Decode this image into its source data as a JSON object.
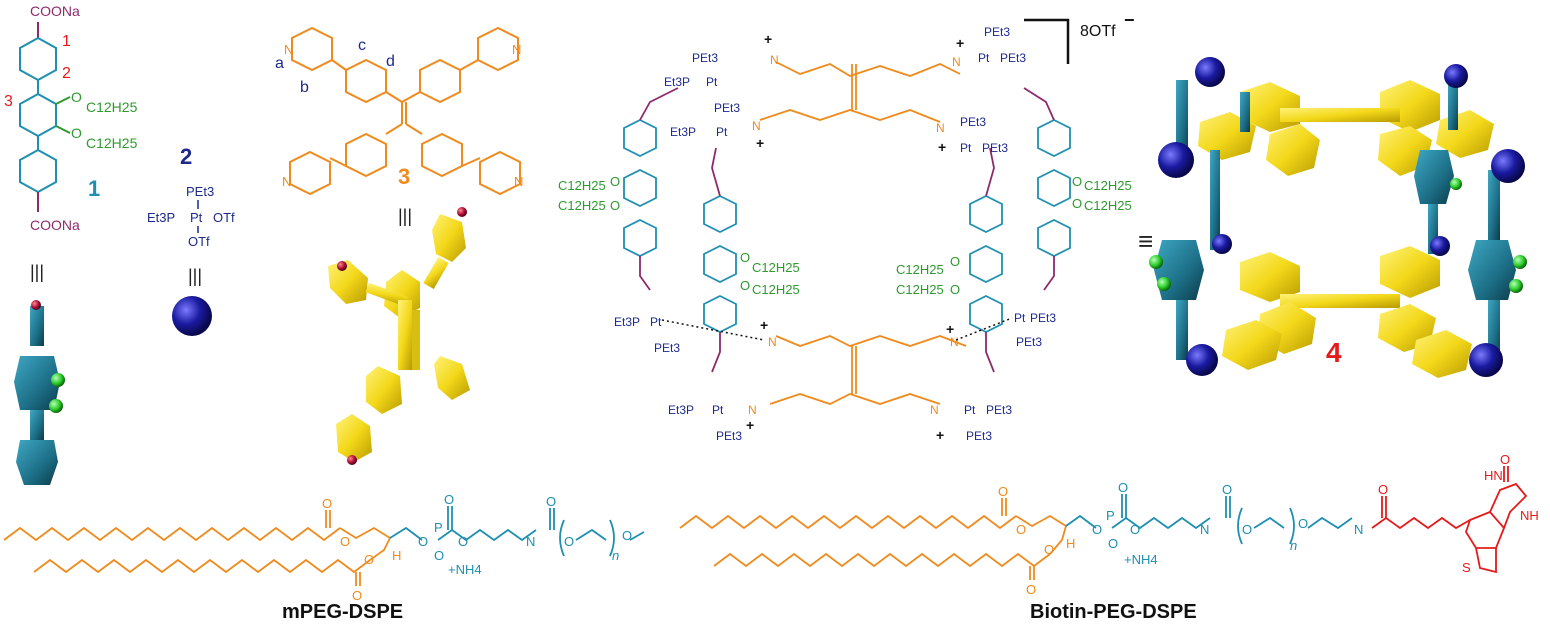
{
  "colors": {
    "ligand1": "#1f8fb0",
    "ester": "#8e2a6b",
    "alkoxy": "#2f9a2f",
    "platinum": "#1d2a8c",
    "tpe": "#f08a1c",
    "model_yellow": "#f3e21a",
    "model_teal": "#1c6e86",
    "sphere_blue": "#1a1aa0",
    "sphere_green": "#39d339",
    "red_label": "#e41b1b",
    "biotin": "#e41b1b",
    "peg": "#1f8fb0",
    "lipid": "#f08a1c"
  },
  "compound1": {
    "number": "1",
    "top_group": "COONa",
    "bottom_group": "COONa",
    "proton_labels": [
      "1",
      "2",
      "3"
    ],
    "alkoxy_1": "O",
    "alkoxy_chain_1": "C12H25",
    "alkoxy_2": "O",
    "alkoxy_chain_2": "C12H25",
    "equiv_symbol": "|||"
  },
  "compound2": {
    "number": "2",
    "top": "PEt3",
    "left": "Et3P",
    "metal": "Pt",
    "right": "OTf",
    "bottom": "OTf",
    "equiv_symbol": "|||"
  },
  "compound3": {
    "number": "3",
    "proton_labels": [
      "a",
      "b",
      "c",
      "d"
    ],
    "n_label": "N",
    "equiv_symbol": "|||"
  },
  "cage": {
    "counterion": "8OTf",
    "counterion_charge": "−",
    "pet3": "PEt3",
    "et3p": "Et3P",
    "pt": "Pt",
    "n_label": "N",
    "plus": "+",
    "chain": "C12H25",
    "o_label": "O",
    "equiv_symbol": "≡"
  },
  "compound4": {
    "number": "4"
  },
  "lipids": {
    "mpeg": {
      "name": "mPEG-DSPE",
      "ammonium": "+NH4",
      "n": "n",
      "nh": "N",
      "h": "H",
      "o": "O",
      "p": "P"
    },
    "biotin": {
      "name": "Biotin-PEG-DSPE",
      "ammonium": "+NH4",
      "n": "n",
      "nh": "N",
      "h": "H",
      "o": "O",
      "p": "P",
      "s": "S",
      "hn": "HN",
      "nh2": "NH"
    }
  }
}
